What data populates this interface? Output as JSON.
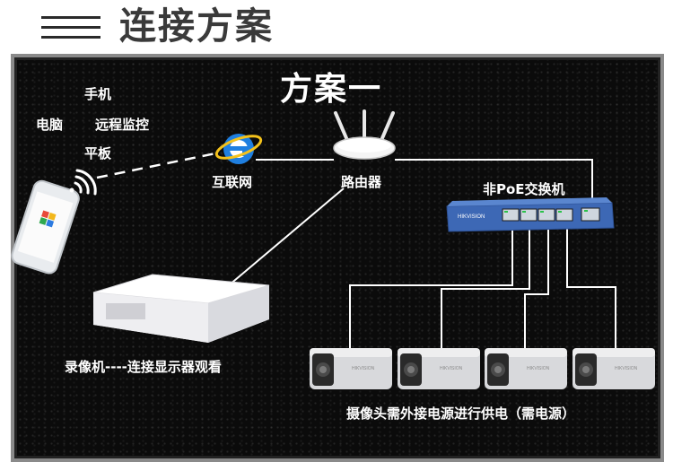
{
  "header": {
    "title": "连接方案"
  },
  "scheme_title": "方案一",
  "labels": {
    "phone": "手机",
    "computer": "电脑",
    "remote": "远程监控",
    "tablet": "平板",
    "internet": "互联网",
    "router": "路由器",
    "switch": "非PoE交换机",
    "nvr": "录像机----连接显示器观看",
    "cameras": "摄像头需外接电源进行供电（需电源）"
  },
  "device_text": {
    "switch_brand": "HIKVISION",
    "camera_brand": "HIKVISION"
  },
  "colors": {
    "board": "#0b0b0b",
    "title": "#3a3a3a",
    "switch_body": "#3d68b5",
    "port_led": "#2bc24a",
    "ie_blue": "#1f7fe0"
  }
}
